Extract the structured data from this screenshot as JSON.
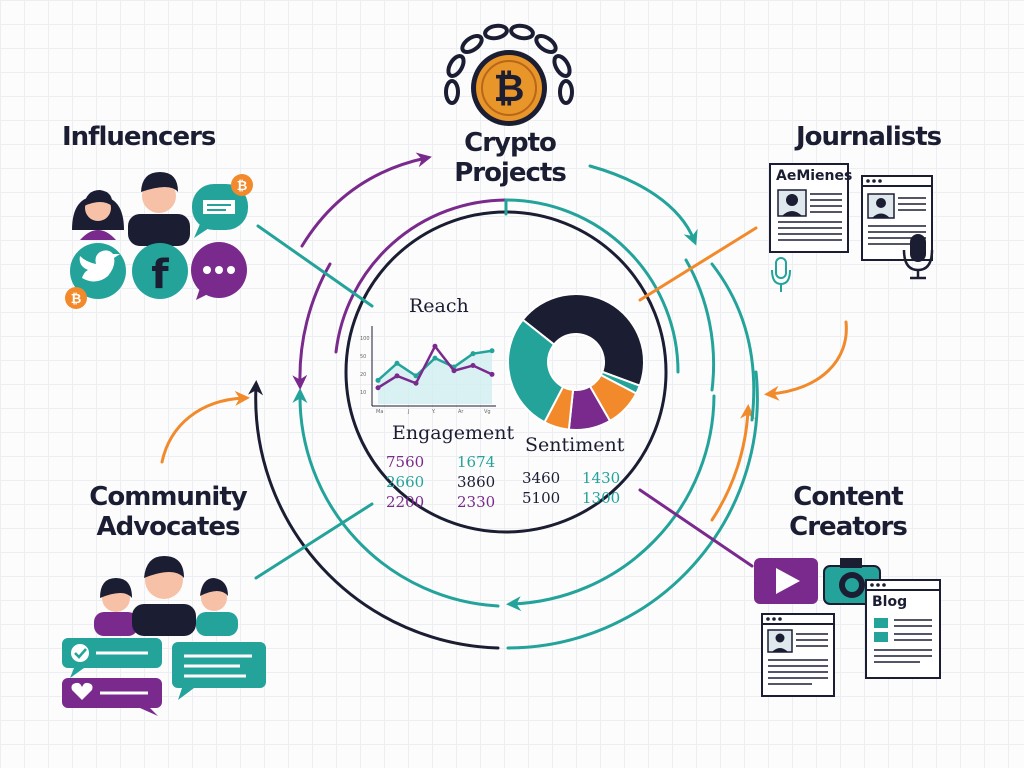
{
  "colors": {
    "navy": "#1b1d33",
    "teal": "#24a39b",
    "purple": "#7a2a8c",
    "orange": "#f28a2b",
    "gold": "#e8952a"
  },
  "center": {
    "title_line1": "Crypto",
    "title_line2": "Projects",
    "coin_icon": "bitcoin-coin-icon",
    "chain_icon": "chain-icon"
  },
  "groups": {
    "influencers": {
      "title": "Influencers",
      "icons": [
        "person-icon",
        "person-icon",
        "chat-bubble-icon",
        "bitcoin-badge-icon",
        "twitter-icon",
        "facebook-icon",
        "message-dots-icon"
      ]
    },
    "journalists": {
      "title": "Journalists",
      "headline": "AeMienes",
      "icons": [
        "newspaper-icon",
        "browser-article-icon",
        "microphone-icon"
      ]
    },
    "community": {
      "title_line1": "Community",
      "title_line2": "Advocates",
      "icons": [
        "group-of-people-icon",
        "chat-check-icon",
        "chat-heart-icon",
        "chat-lines-icon"
      ]
    },
    "creators": {
      "title_line1": "Content",
      "title_line2": "Creators",
      "blog_label": "Blog",
      "icons": [
        "video-play-icon",
        "camera-icon",
        "blog-page-icon",
        "article-page-icon"
      ]
    }
  },
  "dashboard": {
    "reach_label": "Reach",
    "engagement_label": "Engagement",
    "sentiment_label": "Sentiment",
    "reach_chart": {
      "y_ticks": [
        "100",
        "50",
        "20",
        "10"
      ],
      "x_ticks": [
        "Ma",
        "J",
        "Y.",
        "Ar",
        "Vg"
      ],
      "series": [
        {
          "color": "#24a39b",
          "values": [
            32,
            55,
            38,
            62,
            50,
            68,
            72
          ]
        },
        {
          "color": "#7a2a8c",
          "values": [
            22,
            38,
            28,
            78,
            45,
            52,
            40
          ]
        }
      ]
    },
    "engagement_numbers": [
      {
        "value": "7560",
        "color": "#7a2a8c"
      },
      {
        "value": "1674",
        "color": "#24a39b"
      },
      {
        "value": "2660",
        "color": "#24a39b"
      },
      {
        "value": "3860",
        "color": "#1b1d33"
      },
      {
        "value": "2200",
        "color": "#7a2a8c"
      },
      {
        "value": "2330",
        "color": "#7a2a8c"
      }
    ],
    "sentiment_numbers": [
      {
        "value": "3460",
        "color": "#1b1d33"
      },
      {
        "value": "1430",
        "color": "#24a39b"
      },
      {
        "value": "5100",
        "color": "#1b1d33"
      },
      {
        "value": "1300",
        "color": "#24a39b"
      }
    ],
    "sentiment_donut": [
      {
        "color": "#1b1d33",
        "value": 45
      },
      {
        "color": "#24a39b",
        "value": 2
      },
      {
        "color": "#f28a2b",
        "value": 9
      },
      {
        "color": "#7a2a8c",
        "value": 10
      },
      {
        "color": "#f28a2b",
        "value": 6
      },
      {
        "color": "#24a39b",
        "value": 28
      }
    ]
  }
}
